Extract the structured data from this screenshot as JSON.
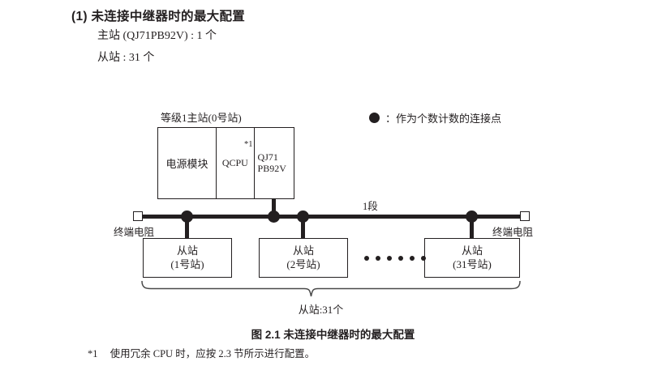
{
  "heading": {
    "number": "(1)",
    "title": "未连接中继器时的最大配置",
    "line1": "主站 (QJ71PB92V) : 1 个",
    "line2": "从站 : 31 个"
  },
  "legend": {
    "icon": "filled-circle-icon",
    "separator": "：",
    "text": "作为个数计数的连接点"
  },
  "diagram": {
    "master": {
      "label": "等级1主站(0号站)",
      "cells": [
        {
          "name": "power-module",
          "text": "电源模块"
        },
        {
          "name": "qcpu",
          "text": "QCPU",
          "footnote_mark": "*1"
        },
        {
          "name": "network-module",
          "line1": "QJ71",
          "line2": "PB92V"
        }
      ]
    },
    "bus": {
      "segment_label": "1段",
      "terminator_left": "终端电阻",
      "terminator_right": "终端电阻"
    },
    "slaves": [
      {
        "name": "slave-1",
        "line1": "从站",
        "line2": "(1号站)"
      },
      {
        "name": "slave-2",
        "line1": "从站",
        "line2": "(2号站)"
      },
      {
        "name": "slave-31",
        "line1": "从站",
        "line2": "(31号站)"
      }
    ],
    "ellipsis_dots": 6,
    "brace_label": "从站:31个"
  },
  "caption": "图 2.1  未连接中继器时的最大配置",
  "footnote": {
    "mark": "*1",
    "text": "使用冗余 CPU 时，应按 2.3 节所示进行配置。"
  },
  "colors": {
    "ink": "#231f20",
    "background": "#ffffff"
  }
}
